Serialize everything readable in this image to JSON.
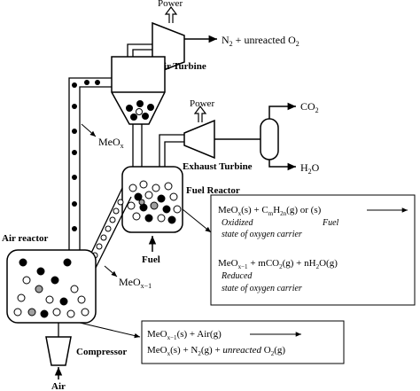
{
  "labels": {
    "power_top": "Power",
    "n2_out": "N",
    "n2_sub": "2",
    "n2_rest": " + unreacted O",
    "n2_o2_sub": "2",
    "air_turbine": "Air Turbine",
    "power_mid": "Power",
    "co2": "CO",
    "co2_sub": "2",
    "meox": "MeO",
    "meox_sub": "x",
    "exhaust_turbine": "Exhaust Turbine",
    "h2o": "H",
    "h2o_sub": "2",
    "h2o_o": "O",
    "fuel_reactor": "Fuel Reactor",
    "air_reactor": "Air reactor",
    "fuel": "Fuel",
    "meox1": "MeO",
    "meox1_sub": "x−1",
    "compressor": "Compressor",
    "air": "Air"
  },
  "fuel_box": {
    "line1a": "MeO",
    "line1a_sub": "x",
    "line1b": "(s)   +   C",
    "line1b_sub": "m",
    "line1c": "H",
    "line1c_sub": "2n",
    "line1d": "(g) or (s)",
    "oxidized": "Oxidized",
    "fuel_word": "Fuel",
    "state_ox": "state of oxygen carrier",
    "line2a": "MeO",
    "line2a_sub": "x−1",
    "line2b": "  +   mCO",
    "line2b_sub": "2",
    "line2c": "(g) + nH",
    "line2c_sub": "2",
    "line2d": "O(g)",
    "reduced": "Reduced",
    "state_red": "state of oxygen carrier"
  },
  "air_box": {
    "line1a": "MeO",
    "line1a_sub": "x−1",
    "line1b": "(s) + Air(g)",
    "line2a": "MeO",
    "line2a_sub": "x",
    "line2b": "(s) + N",
    "line2b_sub": "2",
    "line2c": "(g) + ",
    "line2d": "unreacted",
    "line2e": " O",
    "line2e_sub": "2",
    "line2f": "(g)"
  },
  "colors": {
    "line": "#000000",
    "particle_black": "#000000",
    "particle_white": "#ffffff",
    "particle_grey": "#a0a0a0"
  }
}
